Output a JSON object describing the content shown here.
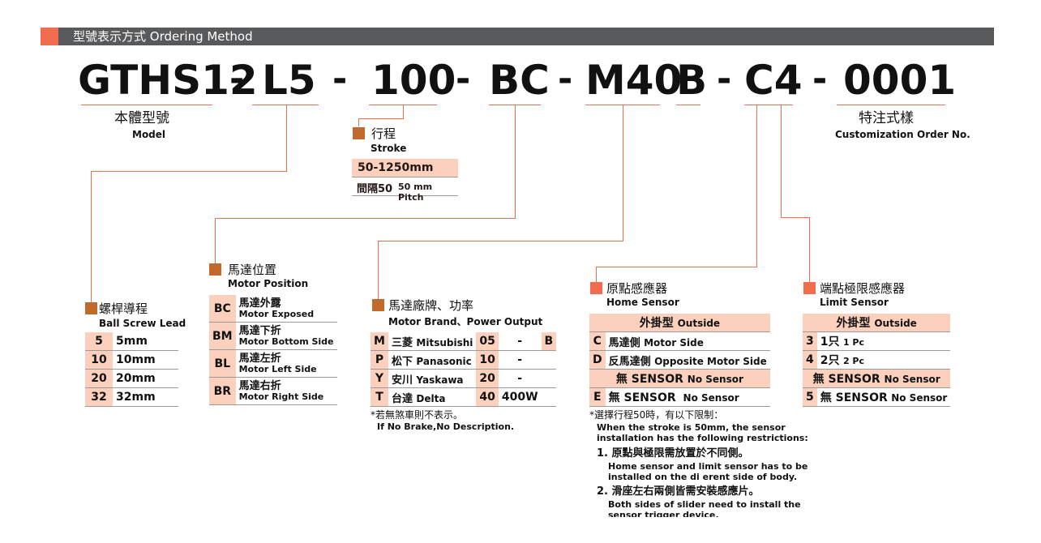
{
  "header": {
    "title": "型號表示方式 Ordering Method"
  },
  "code": {
    "model": "GTHS12",
    "lead": "L5",
    "stroke": "100",
    "position": "BC",
    "brand": "M40",
    "home": "B",
    "limit": "C4",
    "custom": "0001",
    "dash": "-"
  },
  "model": {
    "zh": "本體型號",
    "en": "Model"
  },
  "custom": {
    "zh": "特注式樣",
    "en": "Customization Order No."
  },
  "stroke": {
    "zh": "行程",
    "en": "Stroke",
    "range": "50-1250mm",
    "pitch_zh": "間隔50",
    "pitch_en": "50 mm Pitch"
  },
  "lead": {
    "zh": "螺桿導程",
    "en": "Ball Screw Lead",
    "rows": [
      {
        "k": "5",
        "v": "5mm"
      },
      {
        "k": "10",
        "v": "10mm"
      },
      {
        "k": "20",
        "v": "20mm"
      },
      {
        "k": "32",
        "v": "32mm"
      }
    ]
  },
  "position": {
    "zh": "馬達位置",
    "en": "Motor Position",
    "rows": [
      {
        "k": "BC",
        "zh": "馬達外露",
        "en": "Motor Exposed"
      },
      {
        "k": "BM",
        "zh": "馬達下折",
        "en": "Motor Bottom Side"
      },
      {
        "k": "BL",
        "zh": "馬達左折",
        "en": "Motor Left Side"
      },
      {
        "k": "BR",
        "zh": "馬達右折",
        "en": "Motor Right Side"
      }
    ]
  },
  "brand": {
    "zh": "馬達廠牌、功率",
    "en": "Motor Brand、Power Output",
    "rows": [
      {
        "k": "M",
        "zh": "三菱",
        "en": "Mitsubishi",
        "p": "05",
        "w": "-",
        "b": "B"
      },
      {
        "k": "P",
        "zh": "松下",
        "en": "Panasonic",
        "p": "10",
        "w": "-",
        "b": ""
      },
      {
        "k": "Y",
        "zh": "安川",
        "en": "Yaskawa",
        "p": "20",
        "w": "-",
        "b": ""
      },
      {
        "k": "T",
        "zh": "台達",
        "en": "Delta",
        "p": "40",
        "w": "400W",
        "b": ""
      }
    ],
    "note_zh": "*若無煞車則不表示。",
    "note_en": "If No Brake,No Description."
  },
  "home": {
    "zh": "原點感應器",
    "en": "Home Sensor",
    "outside_zh": "外掛型",
    "outside_en": "Outside",
    "rows": [
      {
        "k": "C",
        "zh": "馬達側",
        "en": "Motor Side"
      },
      {
        "k": "D",
        "zh": "反馬達側",
        "en": "Opposite Motor Side"
      }
    ],
    "nosensor_zh": "無 SENSOR",
    "nosensor_en": "No Sensor",
    "row_e": {
      "k": "E",
      "zh": "無 SENSOR",
      "en": "No Sensor"
    },
    "note_zh": "*選擇行程50時，有以下限制：",
    "note_en1": "When the stroke is 50mm, the sensor",
    "note_en2": "installation has the following restrictions:",
    "item1_zh": "1. 原點與極限需放置於不同側。",
    "item1_en1": "Home sensor and limit sensor has to be",
    "item1_en2": "installed on the di    erent side of body.",
    "item2_zh": "2. 滑座左右兩側皆需安裝感應片。",
    "item2_en1": "Both sides of slider need to install the",
    "item2_en2": "sensor trigger device."
  },
  "limit": {
    "zh": "端點極限感應器",
    "en": "Limit Sensor",
    "outside_zh": "外掛型",
    "outside_en": "Outside",
    "rows": [
      {
        "k": "3",
        "zh": "1只",
        "en": "1 Pc"
      },
      {
        "k": "4",
        "zh": "2只",
        "en": "2 Pc"
      }
    ],
    "nosensor_zh": "無 SENSOR",
    "nosensor_en": "No Sensor",
    "row_5": {
      "k": "5",
      "zh": "無 SENSOR",
      "en": "No Sensor"
    }
  },
  "colors": {
    "accent": "#f26c4f",
    "brown": "#c26a2e",
    "cell": "#fbd0bd",
    "bar": "#58595b"
  }
}
